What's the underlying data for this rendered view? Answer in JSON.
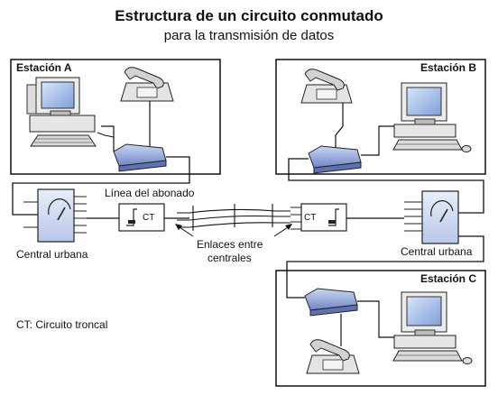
{
  "diagram": {
    "title": "Estructura de un circuito conmutado",
    "subtitle": "para la transmisión de datos",
    "stations": {
      "a": "Estación A",
      "b": "Estación B",
      "c": "Estación C"
    },
    "central_left": "Central urbana",
    "central_right": "Central urbana",
    "subscriber_line": "Línea del abonado",
    "ct_left": "CT",
    "ct_right": "CT",
    "links_line1": "Enlaces entre",
    "links_line2": "centrales",
    "legend": "CT: Circuito troncal"
  }
}
